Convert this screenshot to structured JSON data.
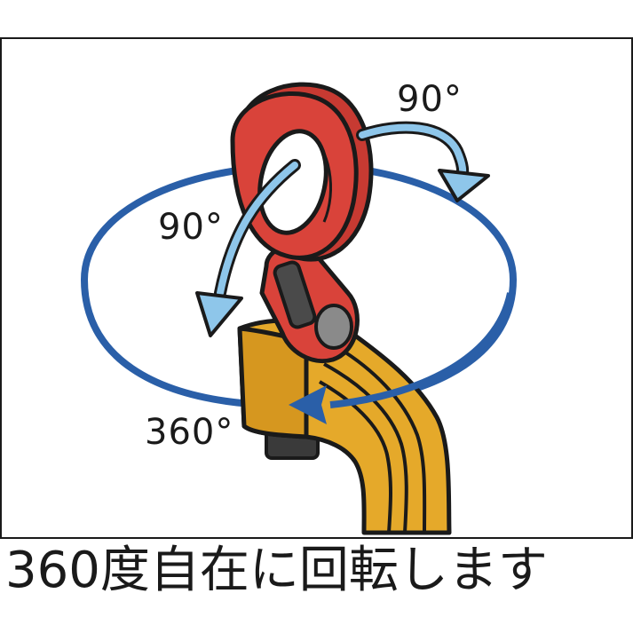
{
  "labels": {
    "rotation_top": "90°",
    "rotation_side": "90°",
    "rotation_full": "360°"
  },
  "caption": "360度自在に回転します",
  "colors": {
    "ring_red": "#d9433a",
    "body_yellow": "#e5a92a",
    "arrow_blue": "#2a5fa8",
    "arrow_light_blue": "#8ec6ea",
    "outline": "#1a1a1a"
  }
}
